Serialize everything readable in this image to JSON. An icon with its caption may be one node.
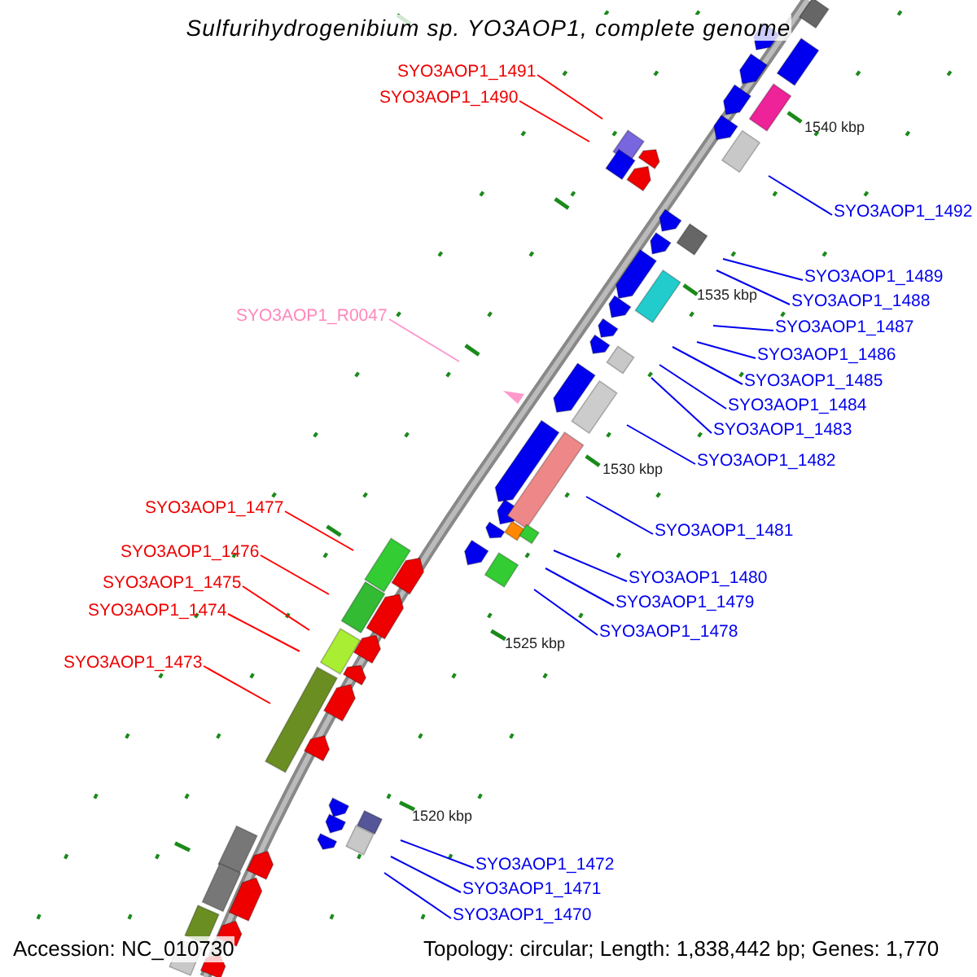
{
  "diagram": {
    "title": "Sulfurihydrogenibium sp. YO3AOP1, complete genome",
    "nodes": [
      {
        "text": [
          "SYO3AOP1_1491"
        ]
      },
      {
        "text": [
          "SYO3AOP1_1490"
        ]
      },
      {
        "text": [
          "SYO3AOP1_1492"
        ]
      },
      {
        "text": [
          "SYO3AOP1_1489"
        ]
      },
      {
        "text": [
          "SYO3AOP1_1488"
        ]
      },
      {
        "text": [
          "SYO3AOP1_1487"
        ]
      },
      {
        "text": [
          "SYO3AOP1_1486"
        ]
      },
      {
        "text": [
          "SYO3AOP1_1485"
        ]
      },
      {
        "text": [
          "SYO3AOP1_1484"
        ]
      },
      {
        "text": [
          "SYO3AOP1_1483"
        ]
      },
      {
        "text": [
          "SYO3AOP1_1482"
        ]
      },
      {
        "text": [
          "SYO3AOP1_R0047"
        ]
      },
      {
        "text": [
          "SYO3AOP1_1477"
        ]
      },
      {
        "text": [
          "SYO3AOP1_1481"
        ]
      },
      {
        "text": [
          "SYO3AOP1_1476"
        ]
      },
      {
        "text": [
          "SYO3AOP1_1480"
        ]
      },
      {
        "text": [
          "SYO3AOP1_1475"
        ]
      },
      {
        "text": [
          "SYO3AOP1_1479"
        ]
      },
      {
        "text": [
          "SYO3AOP1_1474"
        ]
      },
      {
        "text": [
          "SYO3AOP1_1478"
        ]
      },
      {
        "text": [
          "SYO3AOP1_1473"
        ]
      },
      {
        "text": [
          "SYO3AOP1_1472"
        ]
      },
      {
        "text": [
          "SYO3AOP1_1471"
        ]
      },
      {
        "text": [
          "SYO3AOP1_1470"
        ]
      }
    ],
    "edges": [
      {
        "from": 0,
        "to": null,
        "arrow": "none",
        "color": "#ff0000"
      },
      {
        "from": 1,
        "to": null,
        "arrow": "none",
        "color": "#ff0000"
      },
      {
        "from": 2,
        "to": null,
        "arrow": "none"
      },
      {
        "from": 3,
        "to": null,
        "arrow": "none"
      },
      {
        "from": 4,
        "to": null,
        "arrow": "none"
      },
      {
        "from": 5,
        "to": null,
        "arrow": "none"
      },
      {
        "from": 6,
        "to": null,
        "arrow": "none"
      },
      {
        "from": 7,
        "to": null,
        "arrow": "none"
      },
      {
        "from": 8,
        "to": null,
        "arrow": "none"
      },
      {
        "from": 9,
        "to": null,
        "arrow": "none"
      },
      {
        "from": 10,
        "to": null,
        "arrow": "none"
      },
      {
        "from": 11,
        "to": null,
        "arrow": "none",
        "color": "#ff99cc"
      },
      {
        "from": 12,
        "to": null,
        "arrow": "none",
        "color": "#ff0000"
      },
      {
        "from": 13,
        "to": null,
        "arrow": "none"
      },
      {
        "from": 14,
        "to": null,
        "arrow": "none",
        "color": "#ff0000"
      },
      {
        "from": 15,
        "to": null,
        "arrow": "none"
      },
      {
        "from": 16,
        "to": null,
        "arrow": "none",
        "color": "#ff0000"
      },
      {
        "from": 17,
        "to": null,
        "arrow": "none"
      },
      {
        "from": 18,
        "to": null,
        "arrow": "none",
        "color": "#ff0000"
      },
      {
        "from": 19,
        "to": null,
        "arrow": "none"
      },
      {
        "from": 20,
        "to": null,
        "arrow": "none",
        "color": "#ff0000"
      },
      {
        "from": 21,
        "to": null,
        "arrow": "none"
      },
      {
        "from": 22,
        "to": null,
        "arrow": "none"
      },
      {
        "from": 23,
        "to": null,
        "arrow": "none"
      }
    ],
    "labels": [
      "1540 kbp",
      "1535 kbp",
      "1530 kbp",
      "1525 kbp",
      "1520 kbp",
      "Accession: NC_010730",
      "Topology: circular; Length: 1,838,442 bp; Genes: 1,770"
    ]
  }
}
